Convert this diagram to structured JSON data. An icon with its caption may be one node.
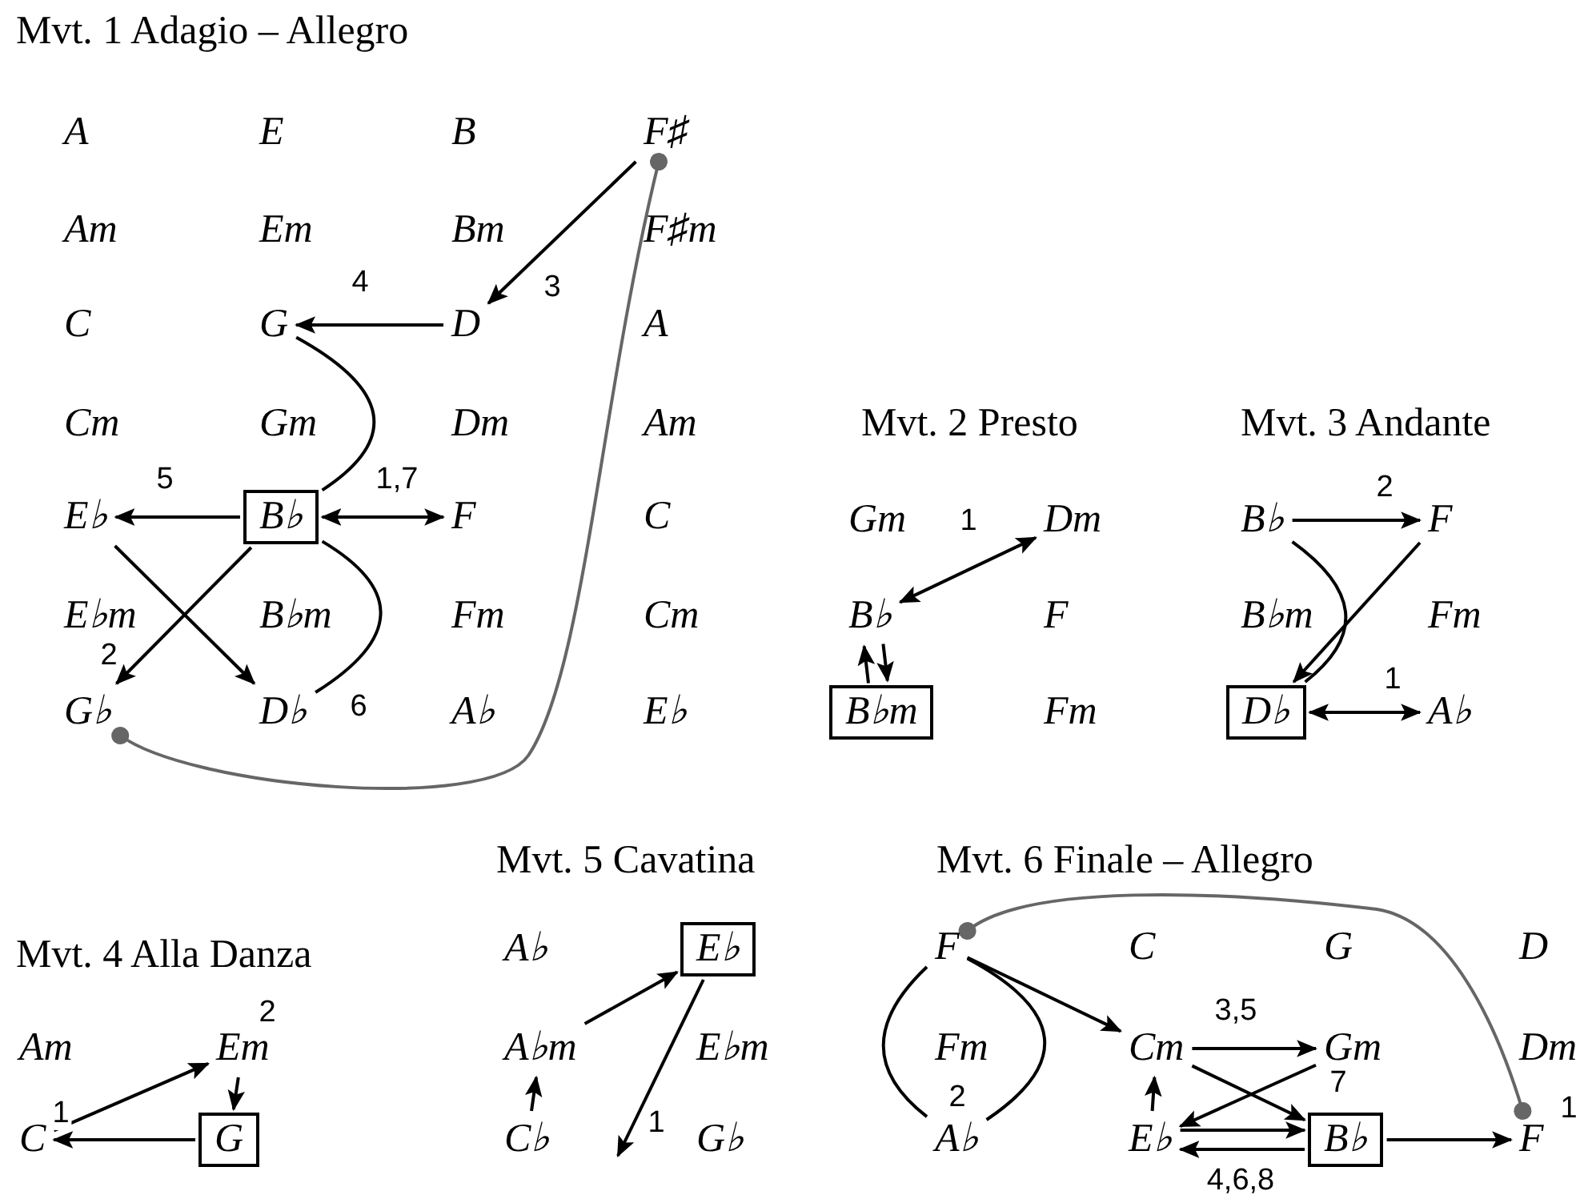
{
  "diagram": {
    "nodes": [
      {
        "text": [
          "A"
        ]
      },
      {
        "text": [
          "E"
        ]
      },
      {
        "text": [
          "B"
        ]
      },
      {
        "text": [
          "F♯"
        ]
      },
      {
        "text": [
          "Am"
        ]
      },
      {
        "text": [
          "Em"
        ]
      },
      {
        "text": [
          "Bm"
        ]
      },
      {
        "text": [
          "F♯m"
        ]
      },
      {
        "text": [
          "C"
        ]
      },
      {
        "text": [
          "G"
        ]
      },
      {
        "text": [
          "D"
        ]
      },
      {
        "text": [
          "A"
        ]
      },
      {
        "text": [
          "Cm"
        ]
      },
      {
        "text": [
          "Gm"
        ]
      },
      {
        "text": [
          "Dm"
        ]
      },
      {
        "text": [
          "Am"
        ]
      },
      {
        "text": [
          "E♭"
        ]
      },
      {
        "text": [
          "B♭"
        ]
      },
      {
        "text": [
          "F"
        ]
      },
      {
        "text": [
          "C"
        ]
      },
      {
        "text": [
          "E♭m"
        ]
      },
      {
        "text": [
          "B♭m"
        ]
      },
      {
        "text": [
          "Fm"
        ]
      },
      {
        "text": [
          "Cm"
        ]
      },
      {
        "text": [
          "G♭"
        ]
      },
      {
        "text": [
          "D♭"
        ]
      },
      {
        "text": [
          "A♭"
        ]
      },
      {
        "text": [
          "E♭"
        ]
      },
      {
        "text": [
          "Gm"
        ]
      },
      {
        "text": [
          "Dm"
        ]
      },
      {
        "text": [
          "B♭"
        ]
      },
      {
        "text": [
          "F"
        ]
      },
      {
        "text": [
          "B♭m"
        ]
      },
      {
        "text": [
          "Fm"
        ]
      },
      {
        "text": [
          "B♭"
        ]
      },
      {
        "text": [
          "F"
        ]
      },
      {
        "text": [
          "B♭m"
        ]
      },
      {
        "text": [
          "Fm"
        ]
      },
      {
        "text": [
          "D♭"
        ]
      },
      {
        "text": [
          "A♭"
        ]
      },
      {
        "text": [
          "Am"
        ]
      },
      {
        "text": [
          "Em"
        ]
      },
      {
        "text": [
          "C"
        ]
      },
      {
        "text": [
          "G"
        ]
      },
      {
        "text": [
          "A♭"
        ]
      },
      {
        "text": [
          "E♭"
        ]
      },
      {
        "text": [
          "A♭m"
        ]
      },
      {
        "text": [
          "E♭m"
        ]
      },
      {
        "text": [
          "C♭"
        ]
      },
      {
        "text": [
          "G♭"
        ]
      },
      {
        "text": [
          "F"
        ]
      },
      {
        "text": [
          "C"
        ]
      },
      {
        "text": [
          "G"
        ]
      },
      {
        "text": [
          "D"
        ]
      },
      {
        "text": [
          "Fm"
        ]
      },
      {
        "text": [
          "Cm"
        ]
      },
      {
        "text": [
          "Gm"
        ]
      },
      {
        "text": [
          "Dm"
        ]
      },
      {
        "text": [
          "A♭"
        ]
      },
      {
        "text": [
          "E♭"
        ]
      },
      {
        "text": [
          "B♭"
        ]
      },
      {
        "text": [
          "F"
        ]
      }
    ],
    "edges": [
      {
        "from": 3,
        "to": 10,
        "arrow": "to",
        "label": "3"
      },
      {
        "from": 10,
        "to": 9,
        "arrow": "to",
        "label": "4"
      },
      {
        "from": 9,
        "to": 17,
        "arrow": "none"
      },
      {
        "from": 17,
        "to": 16,
        "arrow": "to",
        "label": "5"
      },
      {
        "from": 17,
        "to": 18,
        "arrow": "both",
        "label": "1,7"
      },
      {
        "from": 16,
        "to": 25,
        "arrow": "to"
      },
      {
        "from": 17,
        "to": 24,
        "arrow": "to",
        "label": "2"
      },
      {
        "from": 17,
        "to": 25,
        "arrow": "none",
        "label": "6"
      },
      {
        "from": 3,
        "to": 24,
        "arrow": "other",
        "color": "#666666"
      },
      {
        "from": 29,
        "to": 30,
        "arrow": "both",
        "label": "1"
      },
      {
        "from": 32,
        "to": 30,
        "arrow": "to"
      },
      {
        "from": 30,
        "to": 32,
        "arrow": "to"
      },
      {
        "from": 34,
        "to": 35,
        "arrow": "to",
        "label": "2"
      },
      {
        "from": 34,
        "to": 38,
        "arrow": "none"
      },
      {
        "from": 35,
        "to": 38,
        "arrow": "to"
      },
      {
        "from": 38,
        "to": 39,
        "arrow": "both",
        "label": "1"
      },
      {
        "from": 42,
        "to": 41,
        "arrow": "to",
        "label": "1"
      },
      {
        "from": 41,
        "to": 43,
        "arrow": "to",
        "label": "2"
      },
      {
        "from": 43,
        "to": 42,
        "arrow": "to"
      },
      {
        "from": 46,
        "to": 45,
        "arrow": "to"
      },
      {
        "from": 45,
        "to": null,
        "arrow": "to",
        "label": "1"
      },
      {
        "from": 48,
        "to": 46,
        "arrow": "to"
      },
      {
        "from": 50,
        "to": 58,
        "arrow": "none",
        "label": "2"
      },
      {
        "from": 50,
        "to": 58,
        "arrow": "none"
      },
      {
        "from": 50,
        "to": 55,
        "arrow": "to"
      },
      {
        "from": 55,
        "to": 56,
        "arrow": "to",
        "label": "3,5"
      },
      {
        "from": 55,
        "to": 60,
        "arrow": "to"
      },
      {
        "from": 56,
        "to": 59,
        "arrow": "to",
        "label": "7"
      },
      {
        "from": 59,
        "to": 55,
        "arrow": "to"
      },
      {
        "from": 59,
        "to": 60,
        "arrow": "to"
      },
      {
        "from": 60,
        "to": 59,
        "arrow": "to",
        "label": "4,6,8"
      },
      {
        "from": 60,
        "to": 61,
        "arrow": "to"
      },
      {
        "from": 50,
        "to": 61,
        "arrow": "other",
        "color": "#666666",
        "label": "1"
      }
    ],
    "labels": [
      "Mvt. 1 Adagio – Allegro",
      "Mvt. 2 Presto",
      "Mvt. 3 Andante",
      "Mvt. 5 Cavatina",
      "Mvt. 6 Finale – Allegro",
      "Mvt. 4 Alla Danza"
    ]
  }
}
